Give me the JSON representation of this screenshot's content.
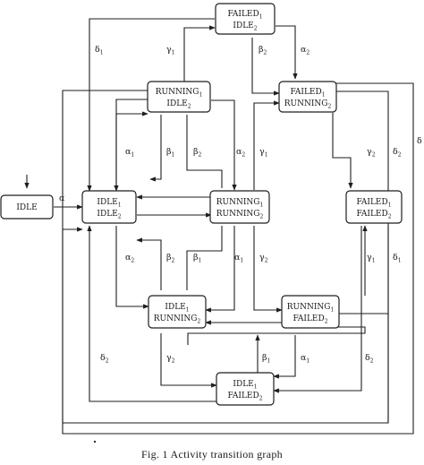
{
  "figure": {
    "caption": "Fig. 1 Activity transition graph"
  },
  "nodes": [
    {
      "id": "failed1_idle2",
      "line1": "FAILED",
      "sub1": "1",
      "line2": "IDLE",
      "sub2": "2"
    },
    {
      "id": "running1_idle2",
      "line1": "RUNNING",
      "sub1": "1",
      "line2": "IDLE",
      "sub2": "2"
    },
    {
      "id": "failed1_running2",
      "line1": "FAILED",
      "sub1": "1",
      "line2": "RUNNING",
      "sub2": "2"
    },
    {
      "id": "idle",
      "line1": "IDLE",
      "sub1": "",
      "line2": "",
      "sub2": ""
    },
    {
      "id": "idle1_idle2",
      "line1": "IDLE",
      "sub1": "1",
      "line2": "IDLE",
      "sub2": "2"
    },
    {
      "id": "running1_running2",
      "line1": "RUNNING",
      "sub1": "1",
      "line2": "RUNNING",
      "sub2": "2"
    },
    {
      "id": "failed1_failed2",
      "line1": "FAILED",
      "sub1": "1",
      "line2": "FAILED",
      "sub2": "2"
    },
    {
      "id": "idle1_running2",
      "line1": "IDLE",
      "sub1": "1",
      "line2": "RUNNING",
      "sub2": "2"
    },
    {
      "id": "running1_failed2",
      "line1": "RUNNING",
      "sub1": "1",
      "line2": "FAILED",
      "sub2": "2"
    },
    {
      "id": "idle1_failed2",
      "line1": "IDLE",
      "sub1": "1",
      "line2": "FAILED",
      "sub2": "2"
    }
  ],
  "edge_labels": [
    {
      "id": "alpha",
      "sym": "α",
      "sub": ""
    },
    {
      "id": "delta1-top",
      "sym": "δ",
      "sub": "1"
    },
    {
      "id": "gamma1-top",
      "sym": "γ",
      "sub": "1"
    },
    {
      "id": "beta2-top",
      "sym": "β",
      "sub": "2"
    },
    {
      "id": "alpha2-top",
      "sym": "α",
      "sub": "2"
    },
    {
      "id": "alpha1-left",
      "sym": "α",
      "sub": "1"
    },
    {
      "id": "beta1-mid",
      "sym": "β",
      "sub": "1"
    },
    {
      "id": "beta2-mid",
      "sym": "β",
      "sub": "2"
    },
    {
      "id": "alpha2-mid",
      "sym": "α",
      "sub": "2"
    },
    {
      "id": "gamma1-mid",
      "sym": "γ",
      "sub": "1"
    },
    {
      "id": "gamma2-right",
      "sym": "γ",
      "sub": "2"
    },
    {
      "id": "delta2-right",
      "sym": "δ",
      "sub": "2"
    },
    {
      "id": "delta-far",
      "sym": "δ",
      "sub": ""
    },
    {
      "id": "alpha2-low",
      "sym": "α",
      "sub": "2"
    },
    {
      "id": "beta2-low",
      "sym": "β",
      "sub": "2"
    },
    {
      "id": "beta1-low",
      "sym": "β",
      "sub": "1"
    },
    {
      "id": "alpha1-low",
      "sym": "α",
      "sub": "1"
    },
    {
      "id": "gamma2-low",
      "sym": "γ",
      "sub": "2"
    },
    {
      "id": "gamma1-right",
      "sym": "γ",
      "sub": "1"
    },
    {
      "id": "delta1-right",
      "sym": "δ",
      "sub": "1"
    },
    {
      "id": "delta2-left",
      "sym": "δ",
      "sub": "2"
    },
    {
      "id": "gamma2-bot",
      "sym": "γ",
      "sub": "2"
    },
    {
      "id": "beta1-bot",
      "sym": "β",
      "sub": "1"
    },
    {
      "id": "alpha1-bot",
      "sym": "α",
      "sub": "1"
    },
    {
      "id": "delta2-bot",
      "sym": "δ",
      "sub": "2"
    }
  ]
}
